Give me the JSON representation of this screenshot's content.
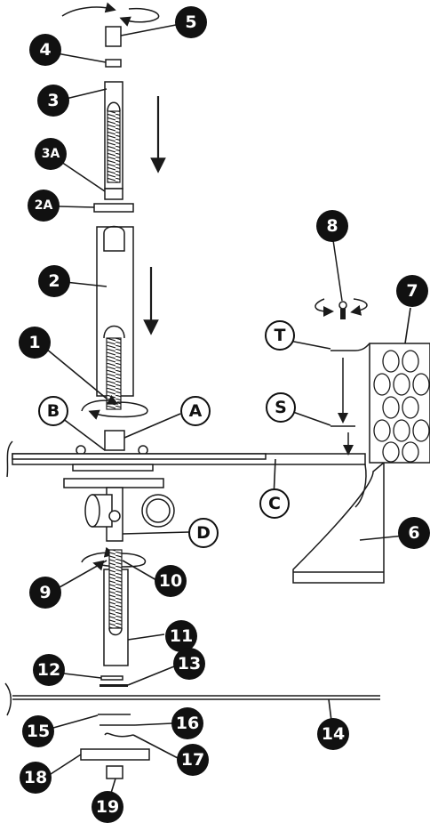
{
  "callouts": {
    "n1": "1",
    "n2": "2",
    "n2A": "2A",
    "n3": "3",
    "n3A": "3A",
    "n4": "4",
    "n5": "5",
    "n6": "6",
    "n7": "7",
    "n8": "8",
    "n9": "9",
    "n10": "10",
    "n11": "11",
    "n12": "12",
    "n13": "13",
    "n14": "14",
    "n15": "15",
    "n16": "16",
    "n17": "17",
    "n18": "18",
    "n19": "19",
    "A": "A",
    "B": "B",
    "C": "C",
    "D": "D",
    "S": "S",
    "T": "T"
  }
}
